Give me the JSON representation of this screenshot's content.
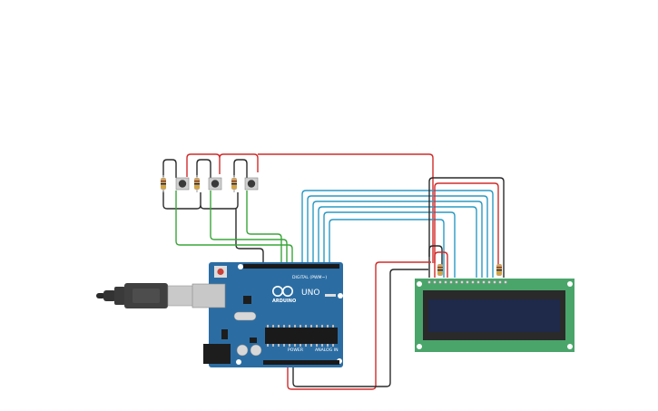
{
  "board": {
    "brand": "ARDUINO",
    "model": "UNO",
    "digital_label": "DIGITAL (PWM~)",
    "power_label": "POWER",
    "analog_label": "ANALOG IN"
  },
  "colors": {
    "background": "#ffffff",
    "board": "#2b6da3",
    "wire_red": "#d22b2b",
    "wire_black": "#2a2a2a",
    "wire_green": "#3aa53a",
    "wire_blue": "#2a9ac4",
    "lcd_pcb": "#4aa56a",
    "lcd_screen": "#1f2a4a"
  }
}
